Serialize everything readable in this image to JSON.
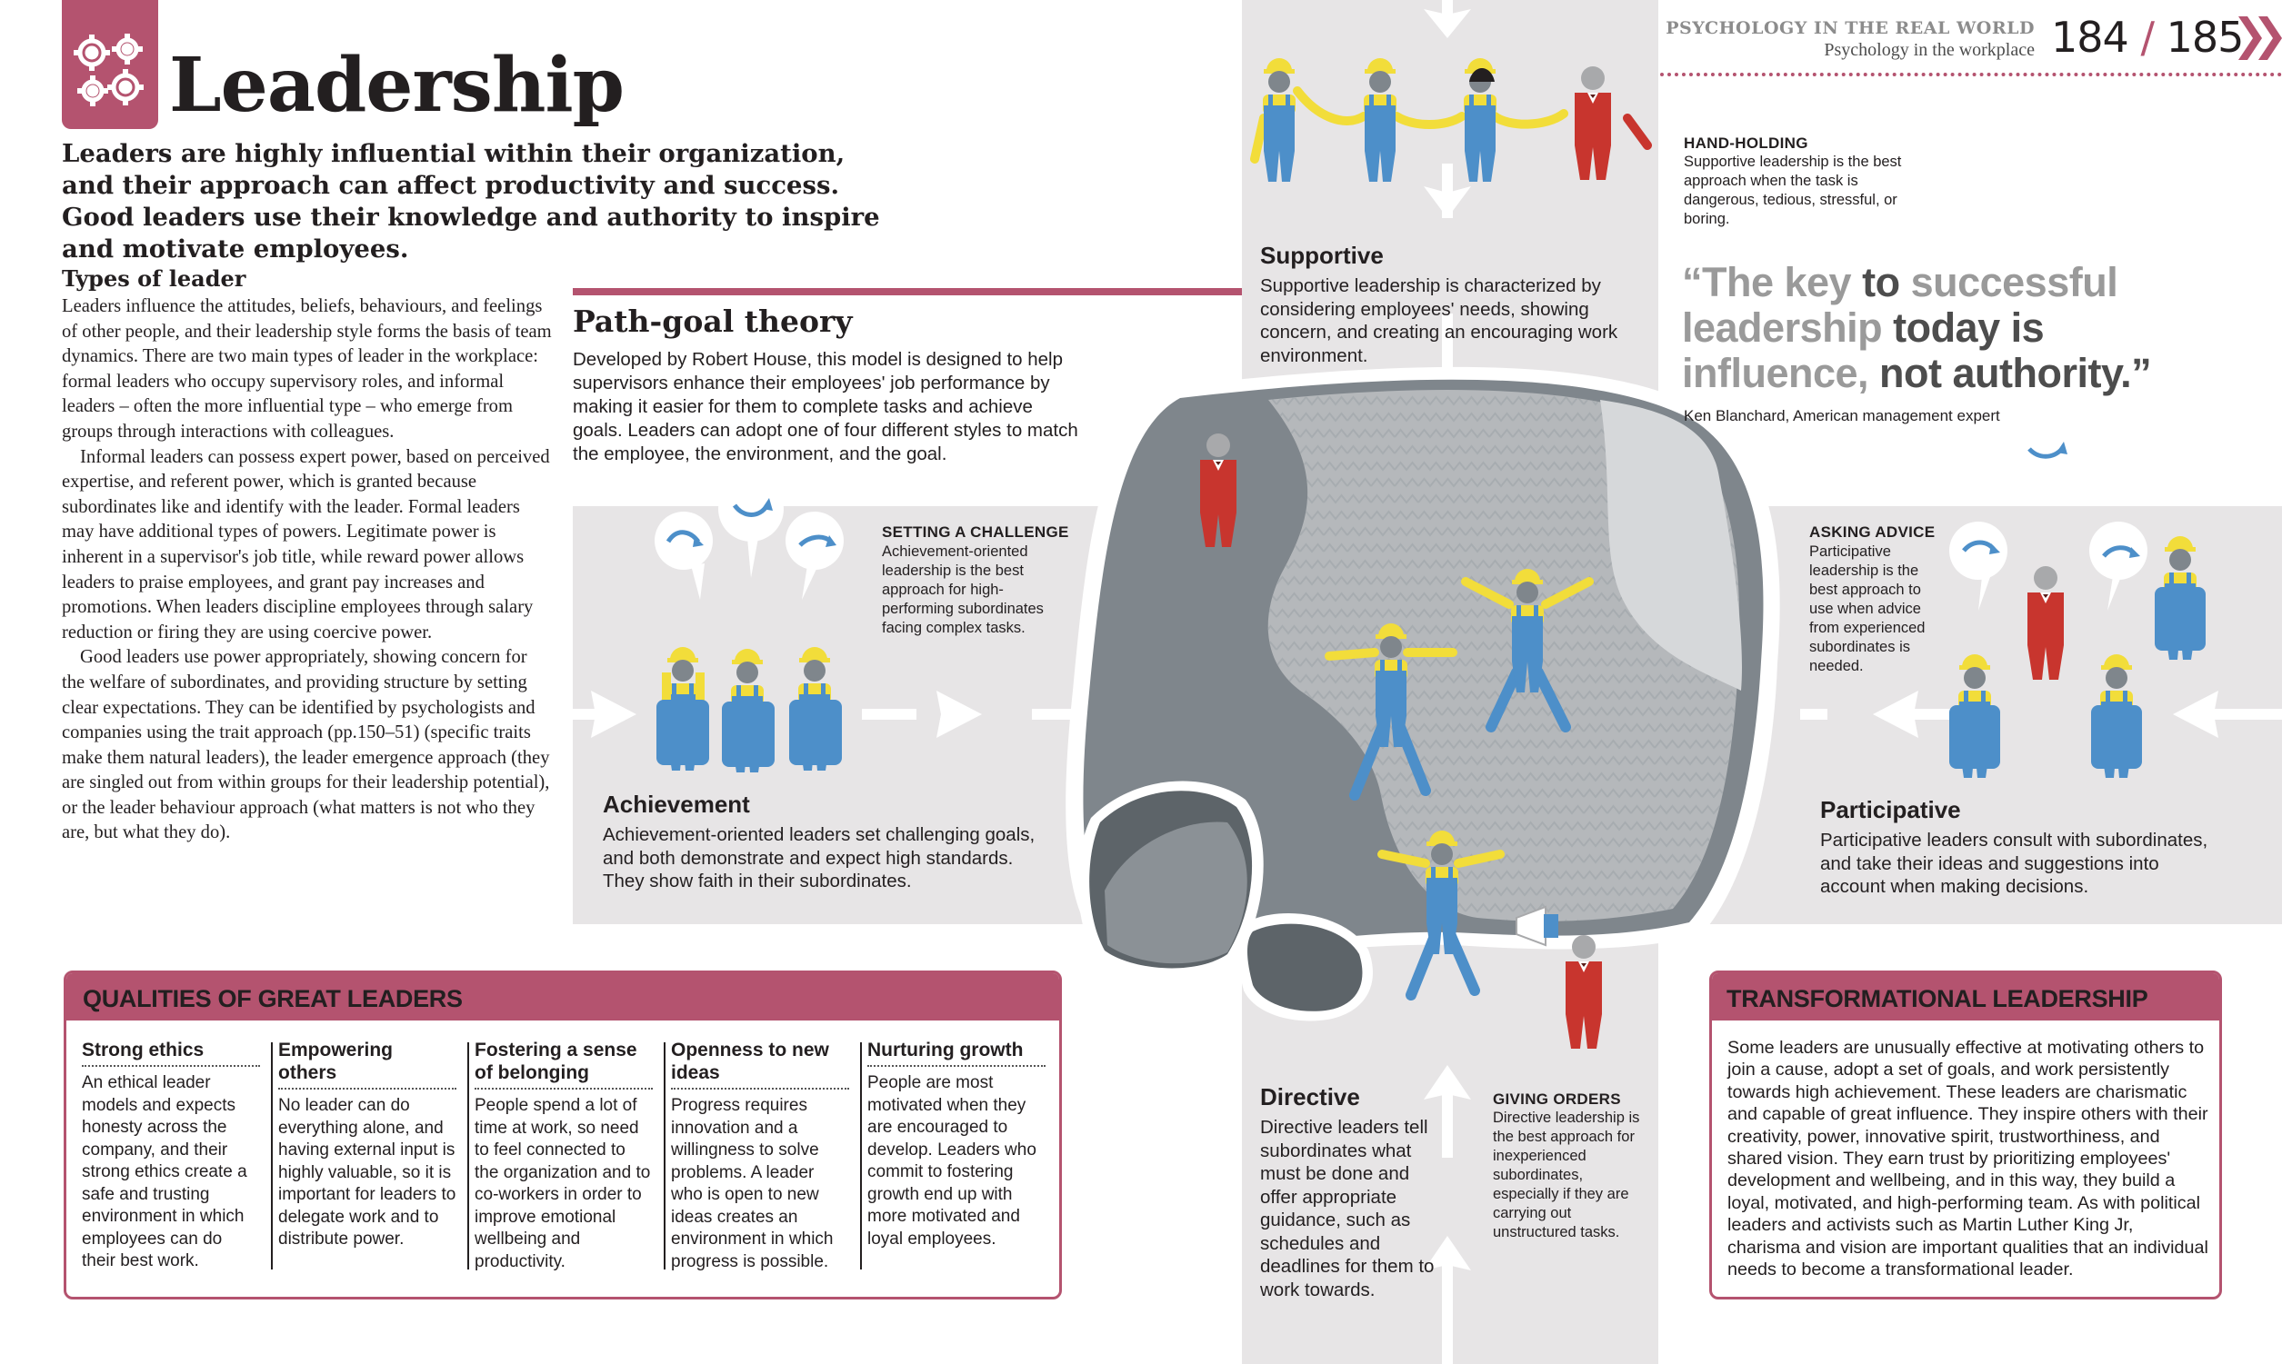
{
  "header": {
    "title": "Leadership",
    "running_section": "PSYCHOLOGY IN THE REAL WORLD",
    "running_sub": "Psychology in the workplace",
    "page_left": "184",
    "page_sep": "/",
    "page_right": "185"
  },
  "intro": "Leaders are highly influential within their organization, and their approach can affect productivity and success. Good leaders use their knowledge and authority to inspire and motivate employees.",
  "types": {
    "heading": "Types of leader",
    "paragraphs": [
      "Leaders influence the attitudes, beliefs, behaviours, and feelings of other people, and their leadership style forms the basis of team dynamics. There are two main types of leader in the workplace: formal leaders who occupy supervisory roles, and informal leaders – often the more influential type – who emerge from groups through interactions with colleagues.",
      "Informal leaders can possess expert power, based on perceived expertise, and referent power, which is granted because subordinates like and identify with the leader. Formal leaders may have additional types of powers. Legitimate power is inherent in a supervisor's job title, while reward power allows leaders to praise employees, and grant pay increases and promotions. When leaders discipline employees through salary reduction or firing they are using coercive power.",
      "Good leaders use power appropriately, showing concern for the welfare of subordinates, and providing structure by setting clear expectations. They can be identified by psychologists and companies using the trait approach (pp.150–51) (specific traits make them natural leaders), the leader emergence approach (they are singled out from within groups for their leadership potential), or the leader behaviour approach (what matters is not who they are, but what they do)."
    ]
  },
  "path_goal": {
    "title": "Path-goal theory",
    "body": "Developed by Robert House, this model is designed to help supervisors enhance their employees' job performance by making it easier for them to complete tasks and achieve goals. Leaders can adopt one of four different styles to match the employee, the environment, and the goal."
  },
  "styles": {
    "supportive": {
      "title": "Supportive",
      "body": "Supportive leadership is characterized by considering employees' needs, showing concern, and creating an encouraging work environment.",
      "caption_title": "HAND-HOLDING",
      "caption_body": "Supportive leadership is the best approach when the task is dangerous, tedious, stressful, or boring."
    },
    "achievement": {
      "title": "Achievement",
      "body": "Achievement-oriented leaders set challenging goals, and both demonstrate and expect high standards. They show faith in their subordinates.",
      "caption_title": "SETTING A CHALLENGE",
      "caption_body": "Achievement-oriented leadership is the best approach for high-performing subordinates facing complex tasks."
    },
    "participative": {
      "title": "Participative",
      "body": "Participative leaders consult with subordinates, and take their ideas and suggestions into account when making decisions.",
      "caption_title": "ASKING ADVICE",
      "caption_body": "Participative leadership is the best approach to use when advice from experienced subordinates is needed."
    },
    "directive": {
      "title": "Directive",
      "body": "Directive leaders tell subordinates what must be done and offer appropriate guidance, such as schedules and deadlines for them to work towards.",
      "caption_title": "GIVING ORDERS",
      "caption_body": "Directive leadership is the best approach for inexperienced subordinates, especially if they are carrying out unstructured tasks."
    }
  },
  "quote": {
    "p1": "“The key ",
    "p2": "to ",
    "p3": "successful leadership ",
    "p4": "today is ",
    "p5": "influence, ",
    "p6": "not authority.”",
    "attribution": "Ken Blanchard, American management expert"
  },
  "qualities": {
    "heading": "QUALITIES OF GREAT LEADERS",
    "columns": [
      {
        "title": "Strong ethics",
        "body": "An ethical leader models and expects honesty across the company, and their strong ethics create a safe and trusting environment in which employees can do their best work."
      },
      {
        "title": "Empowering others",
        "body": "No leader can do everything alone, and having external input is highly valuable, so it is important for leaders to delegate work and to distribute power."
      },
      {
        "title": "Fostering a sense of belonging",
        "body": "People spend a lot of time at work, so need to feel connected to the organization and to co-workers in order to improve emotional wellbeing and productivity."
      },
      {
        "title": "Openness to new ideas",
        "body": "Progress requires innovation and a willingness to solve problems. A leader who is open to new ideas creates an environment in which progress is possible."
      },
      {
        "title": "Nurturing growth",
        "body": "People are most motivated when they are encouraged to develop. Leaders who commit to fostering growth end up with more motivated and loyal employees."
      }
    ]
  },
  "transformational": {
    "heading": "TRANSFORMATIONAL LEADERSHIP",
    "body": "Some leaders are unusually effective at motivating others to join a cause, adopt a set of goals, and work persistently towards high achievement. These leaders are charismatic and capable of great influence. They inspire others with their creativity, power, innovative spirit, trustworthiness, and shared vision. They earn trust by prioritizing employees' development and wellbeing, and in this way, they build a loyal, motivated, and high-performing team. As with political leaders and activists such as Martin Luther King Jr, charisma and vision are important qualities that an individual needs to become a transformational leader."
  },
  "colors": {
    "accent": "#b4536f",
    "band": "#e7e5e6",
    "worker_blue": "#4d8fc9",
    "worker_yellow": "#f2dd3a",
    "leader_red": "#c8352e",
    "rock_grey": "#7f868c"
  }
}
